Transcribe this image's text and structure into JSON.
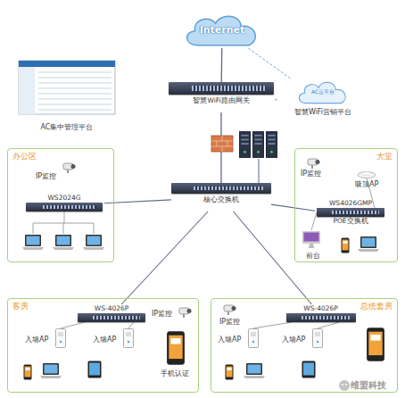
{
  "diagram": {
    "nodes": [
      {
        "text": [
          "Internet"
        ]
      },
      {
        "text": [
          "AC云平台",
          "智慧WiFi营销平台"
        ]
      },
      {
        "text": [
          "AC集中管理平台"
        ]
      },
      {
        "text": [
          "智慧WiFi路由网关"
        ]
      },
      {
        "text": [
          "核心交换机"
        ]
      },
      {
        "text": [
          "办公区"
        ]
      },
      {
        "text": [
          "WS2024G"
        ],
        "in": 5
      },
      {
        "text": [
          "大堂"
        ]
      },
      {
        "text": [
          "WS4026GMP",
          "POE交换机"
        ],
        "in": 7
      },
      {
        "text": [
          "客房"
        ]
      },
      {
        "text": [
          "WS-4026P"
        ],
        "in": 9
      },
      {
        "text": [
          "总统套房"
        ]
      },
      {
        "text": [
          "WS-4026P"
        ],
        "in": 11
      }
    ],
    "edges": [
      {
        "from": 3,
        "to": 0,
        "arrow": "none"
      },
      {
        "from": 0,
        "to": 1,
        "arrow": "none"
      },
      {
        "from": 3,
        "to": 1,
        "arrow": "none"
      },
      {
        "from": 4,
        "to": 3,
        "arrow": "none"
      },
      {
        "from": 4,
        "to": 6,
        "arrow": "none"
      },
      {
        "from": 4,
        "to": 8,
        "arrow": "none"
      },
      {
        "from": 4,
        "to": 10,
        "arrow": "none"
      },
      {
        "from": 4,
        "to": 12,
        "arrow": "none"
      }
    ],
    "labels": [
      "IP监控",
      "IP监控",
      "吸顶AP",
      "前台",
      "IP监控",
      "入墙AP",
      "入墙AP",
      "手机认证",
      "IP监控",
      "入墙AP",
      "入墙AP",
      "维盟科技"
    ]
  }
}
